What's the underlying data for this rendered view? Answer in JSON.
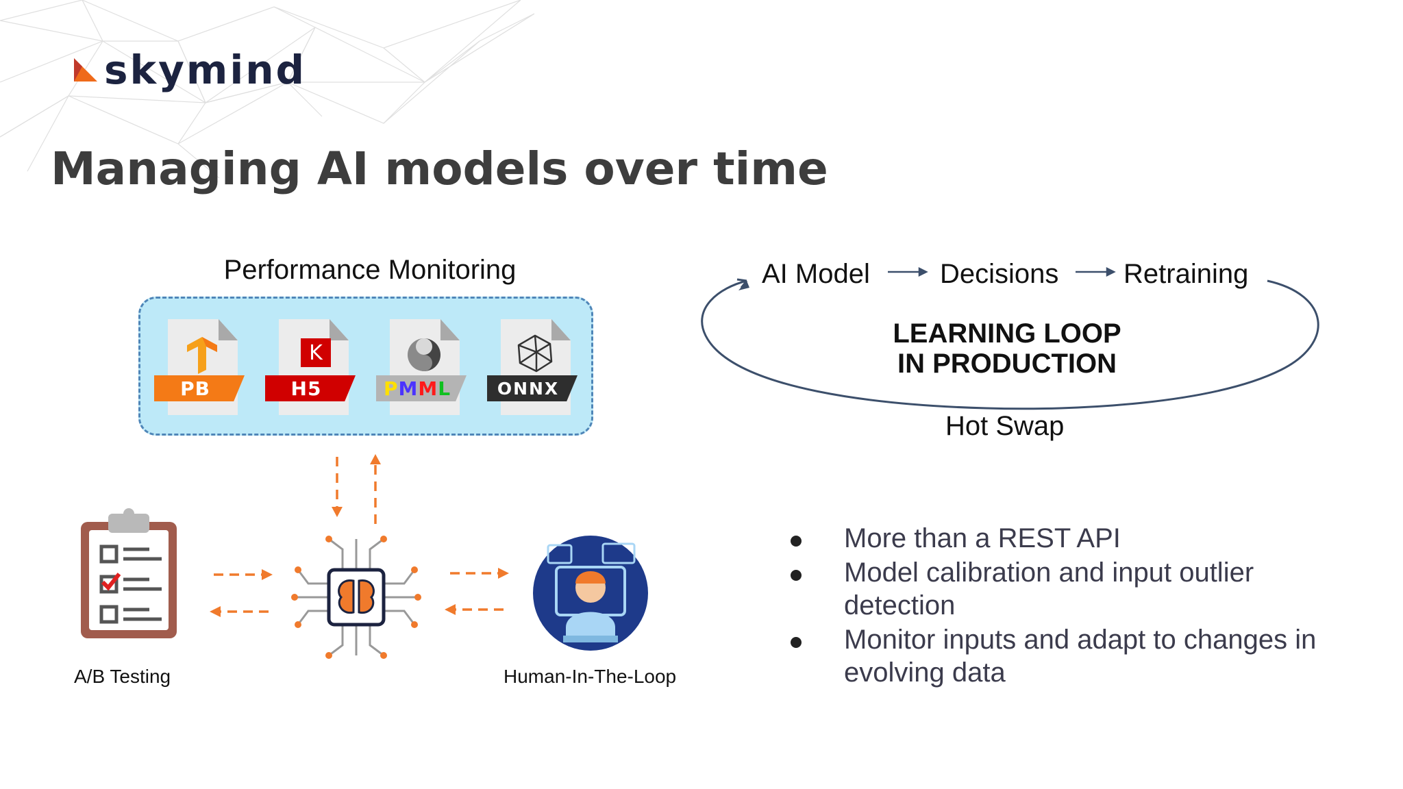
{
  "brand": {
    "logo_text": "skymind",
    "accent": "#ef6a1a",
    "dark": "#1c2340"
  },
  "slide": {
    "title": "Managing AI models over time"
  },
  "performance": {
    "label": "Performance Monitoring",
    "formats": [
      {
        "ribbon": "PB",
        "ribbon_color": "#f47a16",
        "icon": "tensorflow-icon"
      },
      {
        "ribbon": "H5",
        "ribbon_color": "#d00000",
        "icon": "keras-icon",
        "badge": "K"
      },
      {
        "ribbon": "PMML",
        "ribbon_color": "#b4b4b4",
        "icon": "pmml-icon"
      },
      {
        "ribbon": "ONNX",
        "ribbon_color": "#2e2e2e",
        "icon": "onnx-icon"
      }
    ]
  },
  "workflow": {
    "left_caption": "A/B Testing",
    "right_caption": "Human-In-The-Loop",
    "arrow_color": "#f07a2c"
  },
  "loop": {
    "steps": [
      "AI Model",
      "Decisions",
      "Retraining"
    ],
    "center_line1": "LEARNING LOOP",
    "center_line2": "IN PRODUCTION",
    "bottom_label": "Hot Swap"
  },
  "bullets": [
    "More than a REST API",
    "Model calibration and input outlier detection",
    "Monitor inputs and adapt to changes in evolving data"
  ]
}
